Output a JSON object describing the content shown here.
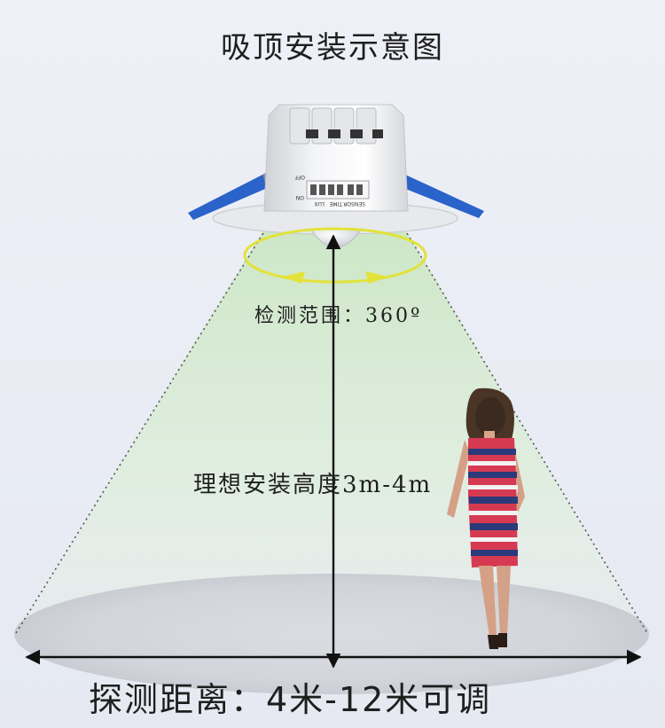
{
  "title": "吸顶安装示意图",
  "detection_range_label": "检测范围：360º",
  "install_height_label": "理想安装高度3m-4m",
  "detection_distance_label": "探测距离：4米-12米可调",
  "sensor": {
    "dip_labels": [
      "OFF",
      "ON",
      "LUX",
      "TIME",
      "SENSOR"
    ]
  },
  "colors": {
    "cone": "#cfe7c7",
    "ring": "#e2e23a",
    "clip": "#2a63c9",
    "arrow": "#111111",
    "floor": "#cfd2d8"
  }
}
